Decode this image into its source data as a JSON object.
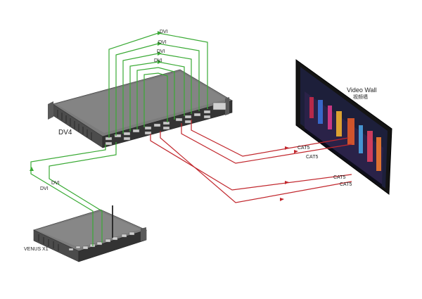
{
  "labels": {
    "dvi": "DVI",
    "cat5": "CAT5",
    "dv4": "DV4",
    "venus": "VENUS X1",
    "video_wall": "Video Wall",
    "video_wall_cn": "视频墙"
  },
  "colors": {
    "dvi_cable": "#3aaa35",
    "cat5_cable": "#c1272d",
    "device_top": "#6f6f6f",
    "device_front": "#3b3b3b",
    "wall_frame": "#1a1a1a"
  }
}
